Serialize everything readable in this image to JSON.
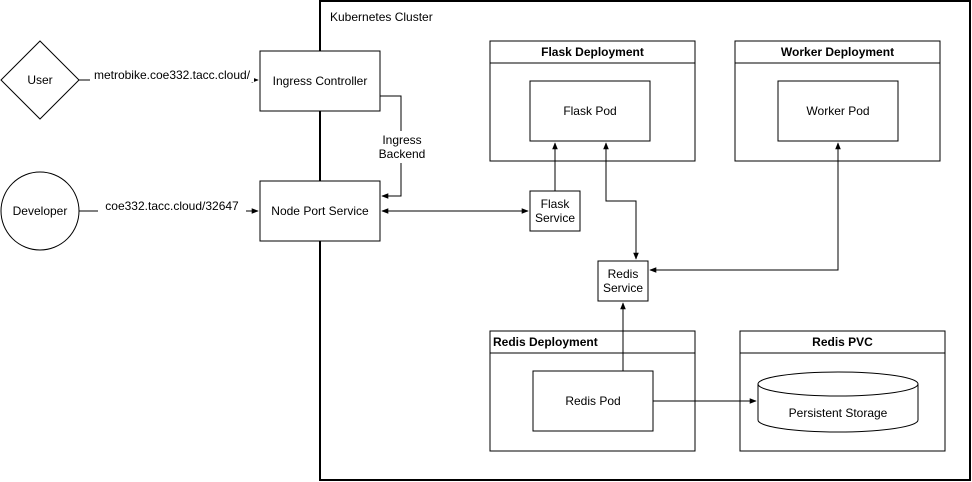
{
  "cluster": {
    "title": "Kubernetes Cluster"
  },
  "actors": {
    "user": "User",
    "developer": "Developer"
  },
  "services": {
    "ingress_controller": "Ingress Controller",
    "node_port_service": "Node Port Service",
    "flask_service": "Flask\nService",
    "redis_service": "Redis\nService"
  },
  "deployments": {
    "flask": {
      "title": "Flask Deployment",
      "pod": "Flask Pod"
    },
    "worker": {
      "title": "Worker Deployment",
      "pod": "Worker Pod"
    },
    "redis": {
      "title": "Redis Deployment",
      "pod": "Redis Pod"
    },
    "pvc": {
      "title": "Redis PVC",
      "storage": "Persistent Storage"
    }
  },
  "edges": {
    "user_url": "metrobike.coe332.tacc.cloud/",
    "developer_url": "coe332.tacc.cloud/32647",
    "ingress_backend": "Ingress\nBackend"
  }
}
